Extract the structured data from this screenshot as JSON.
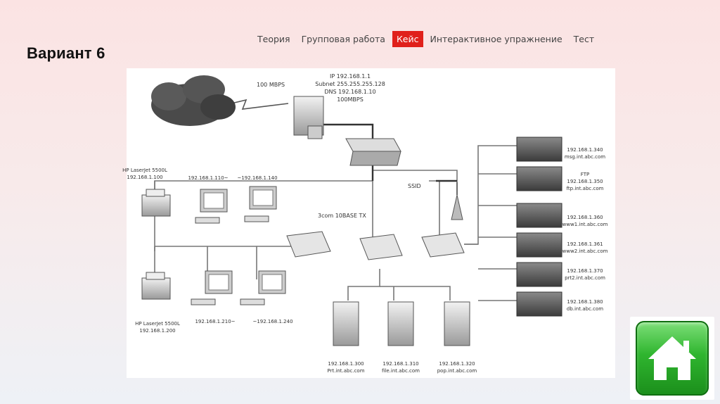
{
  "nav": {
    "items": [
      {
        "label": "Теория"
      },
      {
        "label": "Групповая работа"
      },
      {
        "label": "Кейс",
        "active": true
      },
      {
        "label": "Интерактивное упражнение"
      },
      {
        "label": "Тест"
      }
    ],
    "active_color": "#e0201b"
  },
  "slide_title": "Вариант 6",
  "diagram": {
    "link_speed": "100 MBPS",
    "server_info": [
      "IP 192.168.1.1",
      "Subnet 255.255.255.128",
      "DNS 192.168.1.10",
      "100MBPS"
    ],
    "hub_label": "3com 10BASE TX",
    "ssid_label": "SSID",
    "printer_top": [
      "HP LaserJet 5500L",
      "192.168.1.100"
    ],
    "pc_top_1": "192.168.1.110~",
    "pc_top_2": "~192.168.1.140",
    "printer_bottom": [
      "HP LaserJet 5500L",
      "192.168.1.200"
    ],
    "pc_bottom_1": "192.168.1.210~",
    "pc_bottom_2": "~192.168.1.240",
    "rack_servers": [
      [
        "192.168.1.340",
        "msg.int.abc.com"
      ],
      [
        "FTP",
        "192.168.1.350",
        "ftp.int.abc.com"
      ],
      [
        "192.168.1.360",
        "www1.int.abc.com"
      ],
      [
        "192.168.1.361",
        "www2.int.abc.com"
      ],
      [
        "192.168.1.370",
        "prt2.int.abc.com"
      ],
      [
        "192.168.1.380",
        "db.int.abc.com"
      ]
    ],
    "tower_servers": [
      [
        "192.168.1.300",
        "Prt.int.abc.com"
      ],
      [
        "192.168.1.310",
        "file.int.abc.com"
      ],
      [
        "192.168.1.320",
        "pop.int.abc.com"
      ]
    ]
  },
  "home_button": {
    "icon": "home-icon",
    "color": "#2fb52f"
  }
}
